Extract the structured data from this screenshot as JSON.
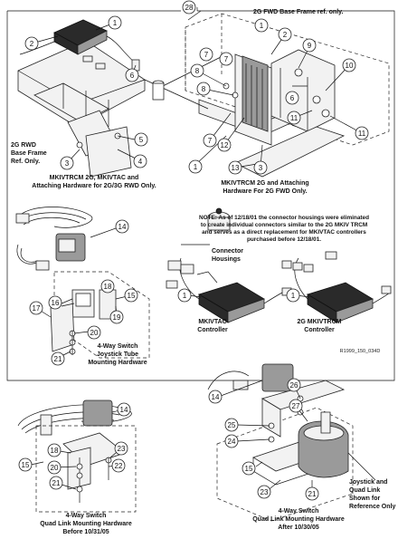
{
  "callouts": [
    "1",
    "2",
    "3",
    "4",
    "5",
    "6",
    "7",
    "8",
    "9",
    "10",
    "11",
    "12",
    "13",
    "14",
    "15",
    "16",
    "17",
    "18",
    "19",
    "20",
    "21",
    "22",
    "23",
    "24",
    "25",
    "26",
    "27",
    "28"
  ],
  "captions": {
    "rwd_base_frame": [
      "2G RWD",
      "Base Frame",
      "Ref. Only."
    ],
    "rwd_assembly": [
      "MKIVTRCM 2G, MKIVTAC and",
      "Attaching Hardware for 2G/3G RWD Only."
    ],
    "fwd_base_frame": "2G FWD Base Frame ref. only.",
    "fwd_assembly": [
      "MKIVTRCM 2G and Attaching",
      "Hardware For 2G FWD Only."
    ],
    "tube_switch": [
      "4-Way Switch",
      "Joystick Tube",
      "Mounting Hardware"
    ],
    "note": [
      "NOTE:  As of 12/18/01 the connector housings were eliminated",
      "to create individual connectors similar to the 2G MKIV TRCM",
      "and serves as a direct replacement for MKIVTAC controllers",
      "purchased before 12/18/01."
    ],
    "connector_housings": [
      "Connector",
      "Housings"
    ],
    "mkivtac": [
      "MKIVTAC",
      "Controller"
    ],
    "mkivtrcm": [
      "2G MKIVTRCM",
      "Controller"
    ],
    "drawing_id": "R1999_150_034D",
    "quad_before": [
      "4-Way Switch",
      "Quad Link Mounting Hardware",
      "Before 10/31/05"
    ],
    "quad_after": [
      "4-Way Switch",
      "Quad Link Mounting Hardware",
      "After 10/30/05"
    ],
    "joystick_ref": [
      "Joystick and",
      "Quad Link",
      "Shown for",
      "Reference Only"
    ]
  }
}
